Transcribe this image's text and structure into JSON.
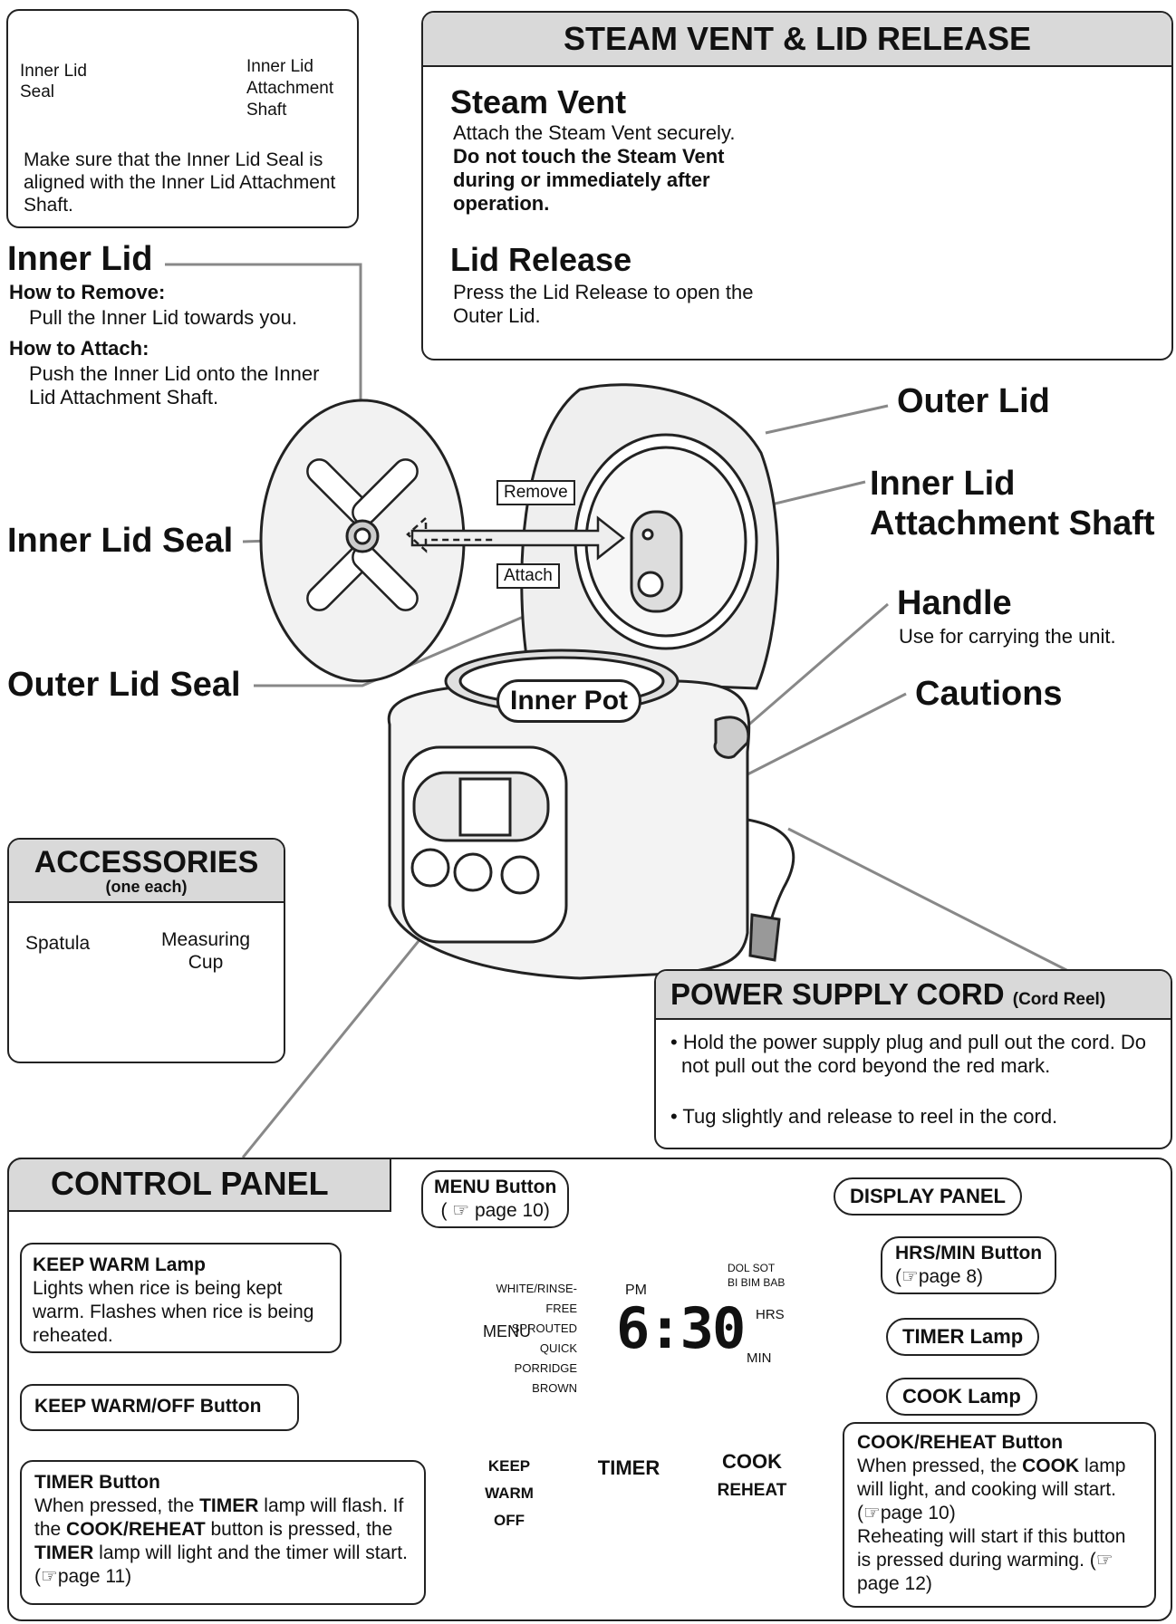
{
  "seal_note": {
    "label_seal": "Inner Lid\nSeal",
    "label_shaft": "Inner Lid\nAttachment\nShaft",
    "text": "Make sure that the Inner Lid Seal is aligned  with the Inner Lid Attachment Shaft."
  },
  "steam": {
    "title": "STEAM VENT & LID RELEASE",
    "vent_heading": "Steam Vent",
    "vent_text": "Attach the Steam Vent securely.",
    "vent_warning": "Do not touch the Steam Vent during or immediately after operation.",
    "release_heading": "Lid Release",
    "release_text": "Press the Lid Release to open the Outer Lid."
  },
  "inner_lid": {
    "title": "Inner Lid",
    "remove_label": "How to Remove",
    "remove_text": "Pull the Inner Lid towards you.",
    "attach_label": "How to Attach",
    "attach_text": "Push the Inner Lid onto the Inner Lid Attachment Shaft."
  },
  "labels": {
    "outer_lid": "Outer Lid",
    "inner_lid_shaft": "Inner Lid\nAttachment Shaft",
    "inner_lid_seal": "Inner Lid Seal",
    "handle": "Handle",
    "handle_text": "Use for carrying the unit.",
    "outer_lid_seal": "Outer Lid Seal",
    "cautions": "Cautions",
    "remove_arrow": "Remove",
    "attach_arrow": "Attach",
    "inner_pot": "Inner Pot"
  },
  "accessories": {
    "title": "ACCESSORIES",
    "subtitle": "(one each)",
    "spatula": "Spatula",
    "cup": "Measuring\nCup"
  },
  "cord": {
    "title": "POWER SUPPLY CORD",
    "title_small": "(Cord Reel)",
    "bullet1": "Hold the power supply plug and pull out the cord.  Do not pull out the cord beyond the red mark.",
    "bullet2": "Tug slightly and release to reel in the cord."
  },
  "control": {
    "title": "CONTROL PANEL",
    "menu_label": "MENU Button",
    "menu_page": "page 10)",
    "display_label": "DISPLAY PANEL",
    "hrsmin_label": "HRS/MIN Button",
    "hrsmin_page": "page 8)",
    "timer_lamp": "TIMER Lamp",
    "cook_lamp": "COOK Lamp",
    "keepwarm_lamp_title": "KEEP WARM Lamp",
    "keepwarm_lamp_text": "Lights when rice is being kept warm. Flashes when rice is being reheated.",
    "keepwarm_off_label": "KEEP WARM/OFF Button",
    "timer_btn_title": "TIMER Button",
    "timer_btn_p1": "When pressed, the ",
    "timer_btn_b1": "TIMER",
    "timer_btn_p2": " lamp will flash.  If the ",
    "timer_btn_b2": "COOK/REHEAT",
    "timer_btn_p3": " button is pressed, the ",
    "timer_btn_b3": "TIMER",
    "timer_btn_p4": " lamp will light and the timer will start.  (",
    "timer_btn_page": "page 11)",
    "cook_btn_title": "COOK/REHEAT Button",
    "cook_btn_p1": "When pressed, the ",
    "cook_btn_b1": "COOK",
    "cook_btn_p2": " lamp will light, and cooking will start. (",
    "cook_btn_page1": "page 10)",
    "cook_btn_p3": "Reheating will start if this button is pressed during warming. (",
    "cook_btn_page2": "page 12)",
    "panel": {
      "menu_items": [
        "WHITE/RINSE-FREE",
        "SPROUTED",
        "QUICK",
        "PORRIDGE",
        "BROWN"
      ],
      "menu_btn": "MENU",
      "pm": "PM",
      "time": "6:30",
      "dolsot": "DOL SOT",
      "bibimbab": "BI BIM BAB",
      "hrs": "HRS",
      "min": "MIN",
      "keepwarm_btn_top": "KEEP WARM",
      "keepwarm_btn_bot": "OFF",
      "timer_btn": "TIMER",
      "cook_btn_top": "COOK",
      "cook_btn_bot": "REHEAT"
    }
  }
}
